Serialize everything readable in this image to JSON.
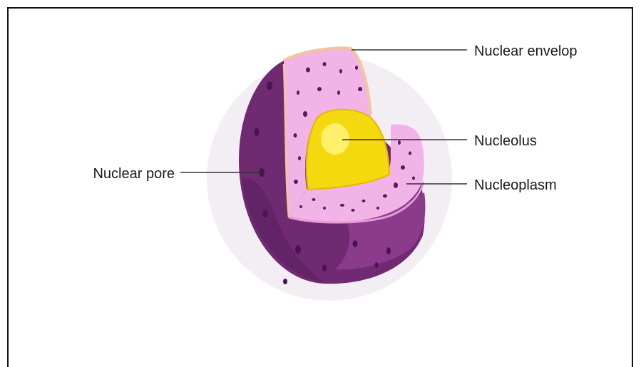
{
  "labels": {
    "nuclear_envelope": "Nuclear envelop",
    "nucleolus": "Nucleolus",
    "nucleoplasm": "Nucleoplasm",
    "nuclear_pore": "Nuclear pore"
  },
  "colors": {
    "background_halo": "#f3eef4",
    "outer_purple": "#6f2a72",
    "outer_purple_dark": "#4c1a55",
    "outer_purple_light": "#8a3b8c",
    "nucleoplasm_pink": "#f2b3e6",
    "nucleoplasm_edge": "#e79ad9",
    "envelope_edge": "#f0c79a",
    "nucleolus_yellow": "#f5d90f",
    "nucleolus_inner": "#fff06a",
    "pore_dot": "#4a1454"
  }
}
